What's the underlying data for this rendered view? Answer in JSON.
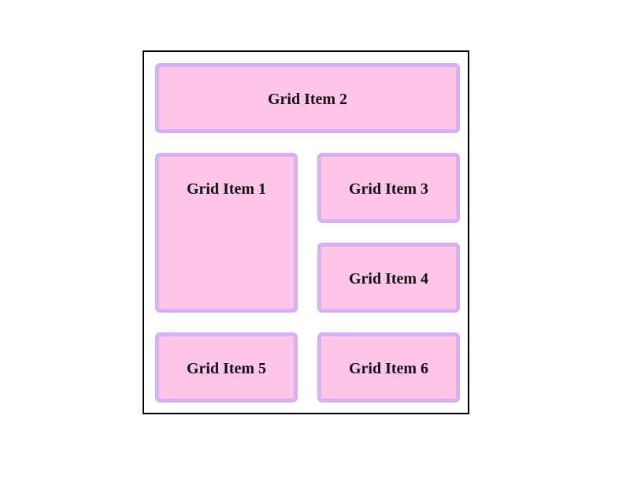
{
  "grid": {
    "items": [
      {
        "id": 1,
        "label": "Grid Item 1"
      },
      {
        "id": 2,
        "label": "Grid Item 2"
      },
      {
        "id": 3,
        "label": "Grid Item 3"
      },
      {
        "id": 4,
        "label": "Grid Item 4"
      },
      {
        "id": 5,
        "label": "Grid Item 5"
      },
      {
        "id": 6,
        "label": "Grid Item 6"
      }
    ]
  },
  "colors": {
    "item_background": "#ffc6ea",
    "item_border": "#d6b0f2",
    "container_border": "#000000"
  }
}
